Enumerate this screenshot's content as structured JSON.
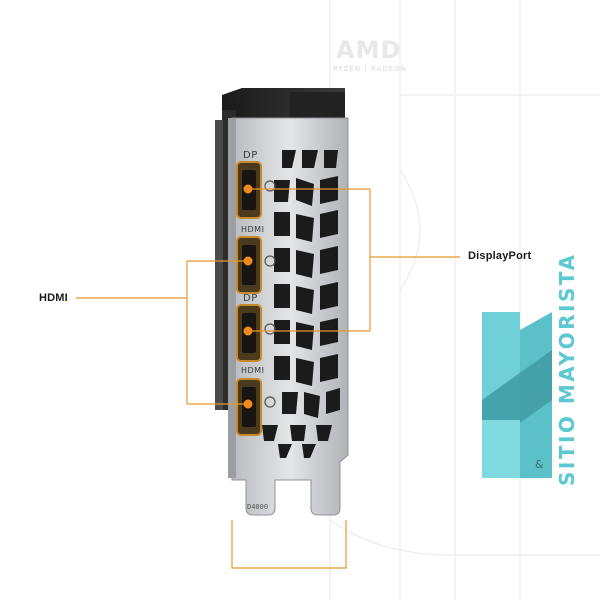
{
  "callouts": {
    "hdmi_label": "HDMI",
    "displayport_label": "DisplayPort"
  },
  "watermark": {
    "brand": "AMD",
    "sub": "RYZEN | RADEON"
  },
  "bracket": {
    "ports": [
      "DP",
      "HDMI",
      "DP",
      "HDMI"
    ],
    "code": "D4000"
  },
  "logo": {
    "text": "SITIO MAYORISTA",
    "mark": "&"
  },
  "colors": {
    "accent_orange": "#e8962c",
    "bracket_silver": "#c9cbce",
    "logo_teal": "#5cc8cf",
    "port_gold": "#c8892a"
  }
}
